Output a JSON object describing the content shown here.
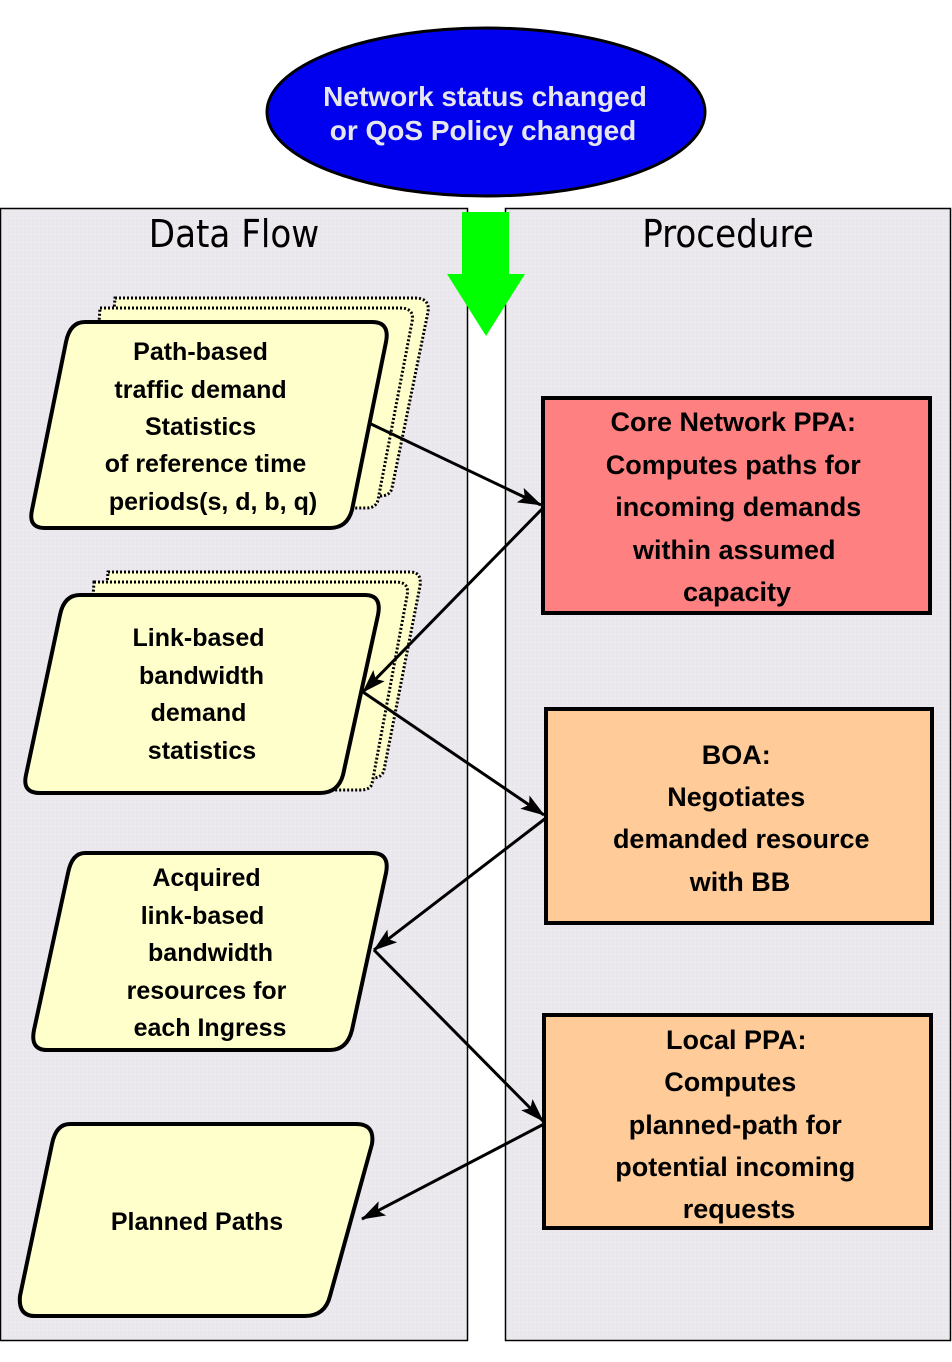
{
  "colors": {
    "panel_fill": "#ece9ee",
    "ellipse_fill": "#0000ee",
    "ellipse_text": "#e6e6ee",
    "green_arrow": "#00ff00",
    "data_fill": "#ffffcc",
    "core_fill": "#ff8080",
    "process_fill": "#ffcc99",
    "stroke": "#000000"
  },
  "trigger": {
    "lines": [
      "Network status changed",
      "or QoS Policy changed"
    ]
  },
  "panels": {
    "left_title": "Data Flow",
    "right_title": "Procedure"
  },
  "data_items": [
    {
      "id": "path-traffic-stats",
      "stacked": true,
      "lines": [
        "Path-based",
        "traffic demand",
        "Statistics",
        "of reference time",
        "periods(s, d, b, q)"
      ]
    },
    {
      "id": "link-bandwidth-stats",
      "stacked": true,
      "lines": [
        "Link-based",
        "bandwidth",
        "demand",
        "statistics"
      ]
    },
    {
      "id": "acquired-resources",
      "stacked": false,
      "lines": [
        "Acquired",
        "link-based",
        "bandwidth",
        "resources for",
        "each Ingress"
      ]
    },
    {
      "id": "planned-paths",
      "stacked": false,
      "lines": [
        "Planned Paths"
      ]
    }
  ],
  "procedures": [
    {
      "id": "core-network-ppa",
      "lines": [
        "Core Network PPA:",
        "Computes paths for",
        "incoming demands",
        "within assumed",
        "capacity"
      ]
    },
    {
      "id": "boa",
      "lines": [
        "BOA:",
        "Negotiates",
        "demanded resource",
        "with BB"
      ]
    },
    {
      "id": "local-ppa",
      "lines": [
        "Local PPA:",
        "Computes",
        "planned-path for",
        "potential incoming",
        "requests"
      ]
    }
  ],
  "connections": [
    {
      "from": "path-traffic-stats",
      "to": "core-network-ppa"
    },
    {
      "from": "core-network-ppa",
      "to": "link-bandwidth-stats"
    },
    {
      "from": "link-bandwidth-stats",
      "to": "boa"
    },
    {
      "from": "boa",
      "to": "acquired-resources"
    },
    {
      "from": "acquired-resources",
      "to": "local-ppa"
    },
    {
      "from": "local-ppa",
      "to": "planned-paths"
    }
  ]
}
